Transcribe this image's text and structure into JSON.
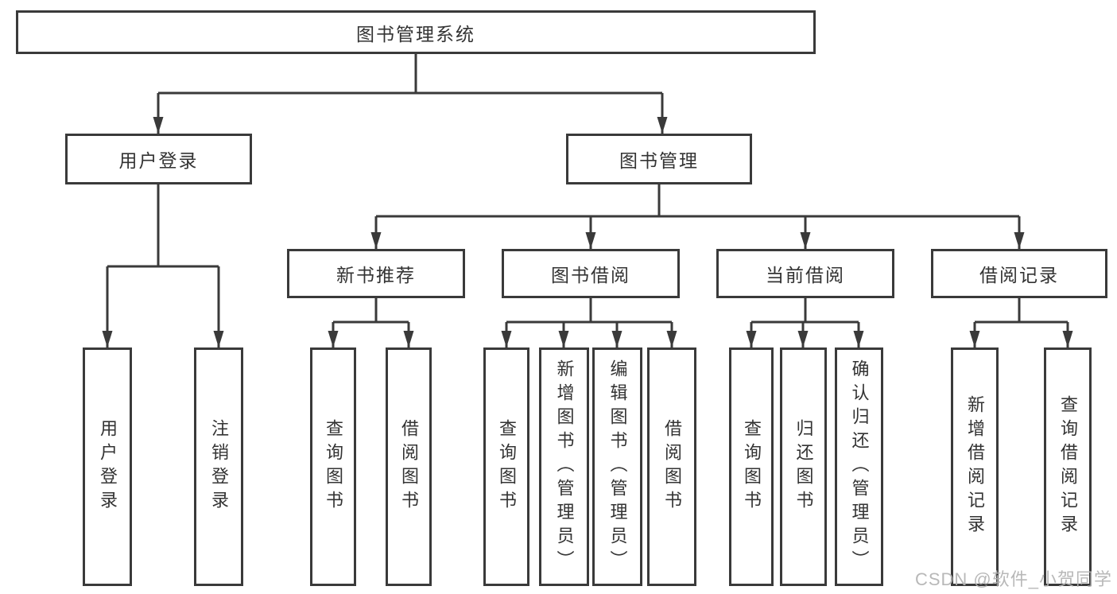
{
  "tree": {
    "root": {
      "label": "图书管理系统",
      "children": [
        {
          "label": "用户登录",
          "children": [
            {
              "label": "用户登录"
            },
            {
              "label": "注销登录"
            }
          ]
        },
        {
          "label": "图书管理",
          "children": [
            {
              "label": "新书推荐",
              "children": [
                {
                  "label": "查询图书"
                },
                {
                  "label": "借阅图书"
                }
              ]
            },
            {
              "label": "图书借阅",
              "children": [
                {
                  "label": "查询图书"
                },
                {
                  "label": "新增图书（管理员）"
                },
                {
                  "label": "编辑图书（管理员）"
                },
                {
                  "label": "借阅图书"
                }
              ]
            },
            {
              "label": "当前借阅",
              "children": [
                {
                  "label": "查询图书"
                },
                {
                  "label": "归还图书"
                },
                {
                  "label": "确认归还（管理员）"
                }
              ]
            },
            {
              "label": "借阅记录",
              "children": [
                {
                  "label": "新增借阅记录"
                },
                {
                  "label": "查询借阅记录"
                }
              ]
            }
          ]
        }
      ]
    }
  },
  "watermark": {
    "text": "CSDN @软件_小贺同学"
  },
  "colors": {
    "line": "#3a3a3a",
    "text": "#333333",
    "watermark": "#b2b2b2"
  }
}
